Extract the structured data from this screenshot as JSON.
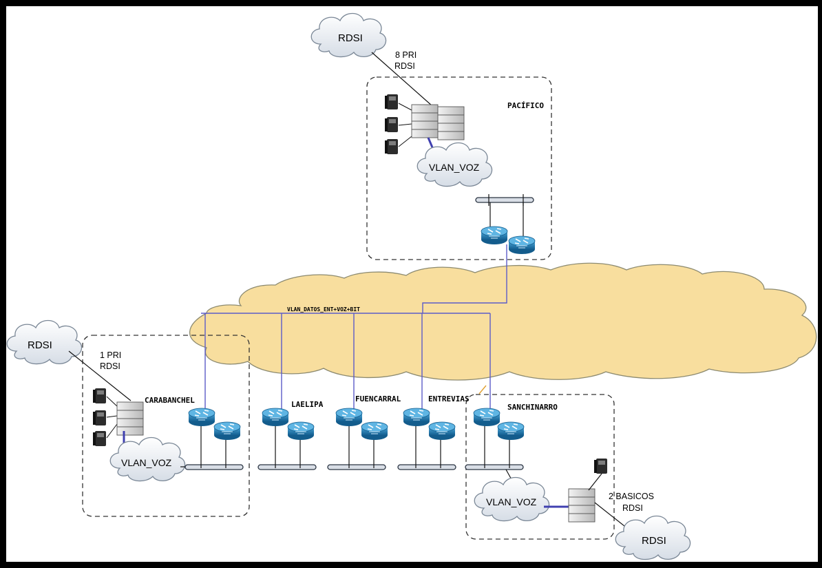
{
  "clouds": {
    "rdsi_top": "RDSI",
    "rdsi_left": "RDSI",
    "rdsi_bottom": "RDSI",
    "vlan_pacifico": "VLAN_VOZ",
    "vlan_carabanchel": "VLAN_VOZ",
    "vlan_sanchinarro": "VLAN_VOZ"
  },
  "links": {
    "pacifico_trunk_line1": "8 PRI",
    "pacifico_trunk_line2": "RDSI",
    "carabanchel_trunk_line1": "1 PRI",
    "carabanchel_trunk_line2": "RDSI",
    "sanchinarro_trunk_line1": "2 BASICOS",
    "sanchinarro_trunk_line2": "RDSI"
  },
  "sites": {
    "pacifico": "PACÍFICO",
    "carabanchel": "CARABANCHEL",
    "lafelipa": "LAELIPA",
    "fuencarral": "FUENCARRAL",
    "entrevias": "ENTREVIAS",
    "sanchinarro": "SANCHINARRO"
  },
  "wan": {
    "vlan_label": "VLAN_DATOS_ENT+VOZ+BIT"
  },
  "colors": {
    "wan_cloud": "#F8DE9E",
    "vlan_link": "#5B5BC8",
    "router": "#1F7FB8"
  }
}
